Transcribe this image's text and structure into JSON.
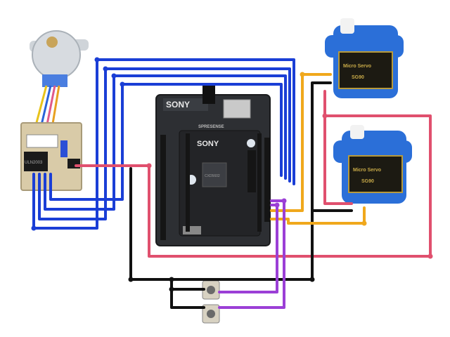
{
  "board": {
    "brand": "SONY",
    "name": "SPRESENSE",
    "sub_brand": "SONY",
    "chip_text": "CXD5602"
  },
  "stepper_driver": {
    "chip_text": "ULN2003"
  },
  "servos": [
    {
      "label_line1": "Micro Servo",
      "label_line2": "SG90"
    },
    {
      "label_line1": "Micro Servo",
      "label_line2": "SG90"
    }
  ],
  "colors": {
    "ground_wire": "#111111",
    "power_wire": "#e0506e",
    "stepper_signal_wire": "#1a3ed6",
    "servo_signal_wire": "#f0a81c",
    "button_wire": "#9b3fd6",
    "board": "#2b2d31",
    "servo_body": "#2b6fd8"
  },
  "icons": {
    "stepper_motor": "stepper-motor-icon",
    "driver_board": "uln2003-driver-icon",
    "main_board": "spresense-board-icon",
    "servo": "servo-motor-icon",
    "push_button": "push-button-icon"
  }
}
